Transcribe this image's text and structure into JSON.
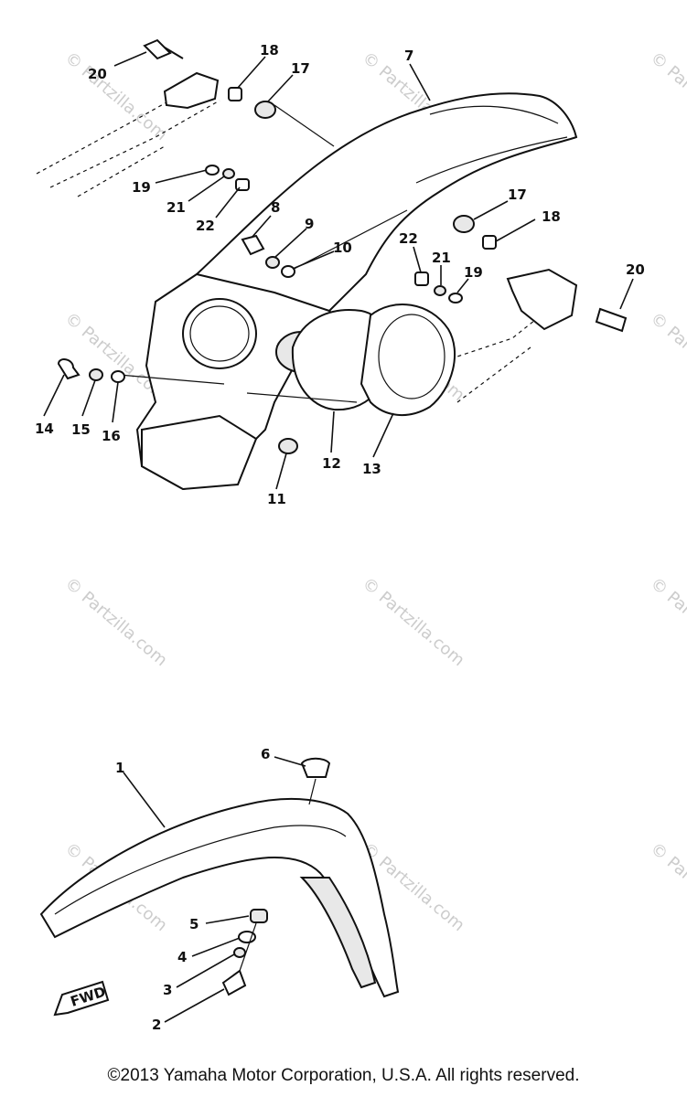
{
  "watermark": "© Partzilla.com",
  "callouts": {
    "c1": "1",
    "c2": "2",
    "c3": "3",
    "c4": "4",
    "c5": "5",
    "c6": "6",
    "c7": "7",
    "c8": "8",
    "c9": "9",
    "c10": "10",
    "c11": "11",
    "c12": "12",
    "c13": "13",
    "c14": "14",
    "c15": "15",
    "c16": "16",
    "c17a": "17",
    "c17b": "17",
    "c18a": "18",
    "c18b": "18",
    "c19a": "19",
    "c19b": "19",
    "c20a": "20",
    "c20b": "20",
    "c21a": "21",
    "c21b": "21",
    "c22a": "22",
    "c22b": "22"
  },
  "fwd_label": "FWD",
  "copyright": "©2013 Yamaha Motor Corporation, U.S.A. All rights reserved."
}
